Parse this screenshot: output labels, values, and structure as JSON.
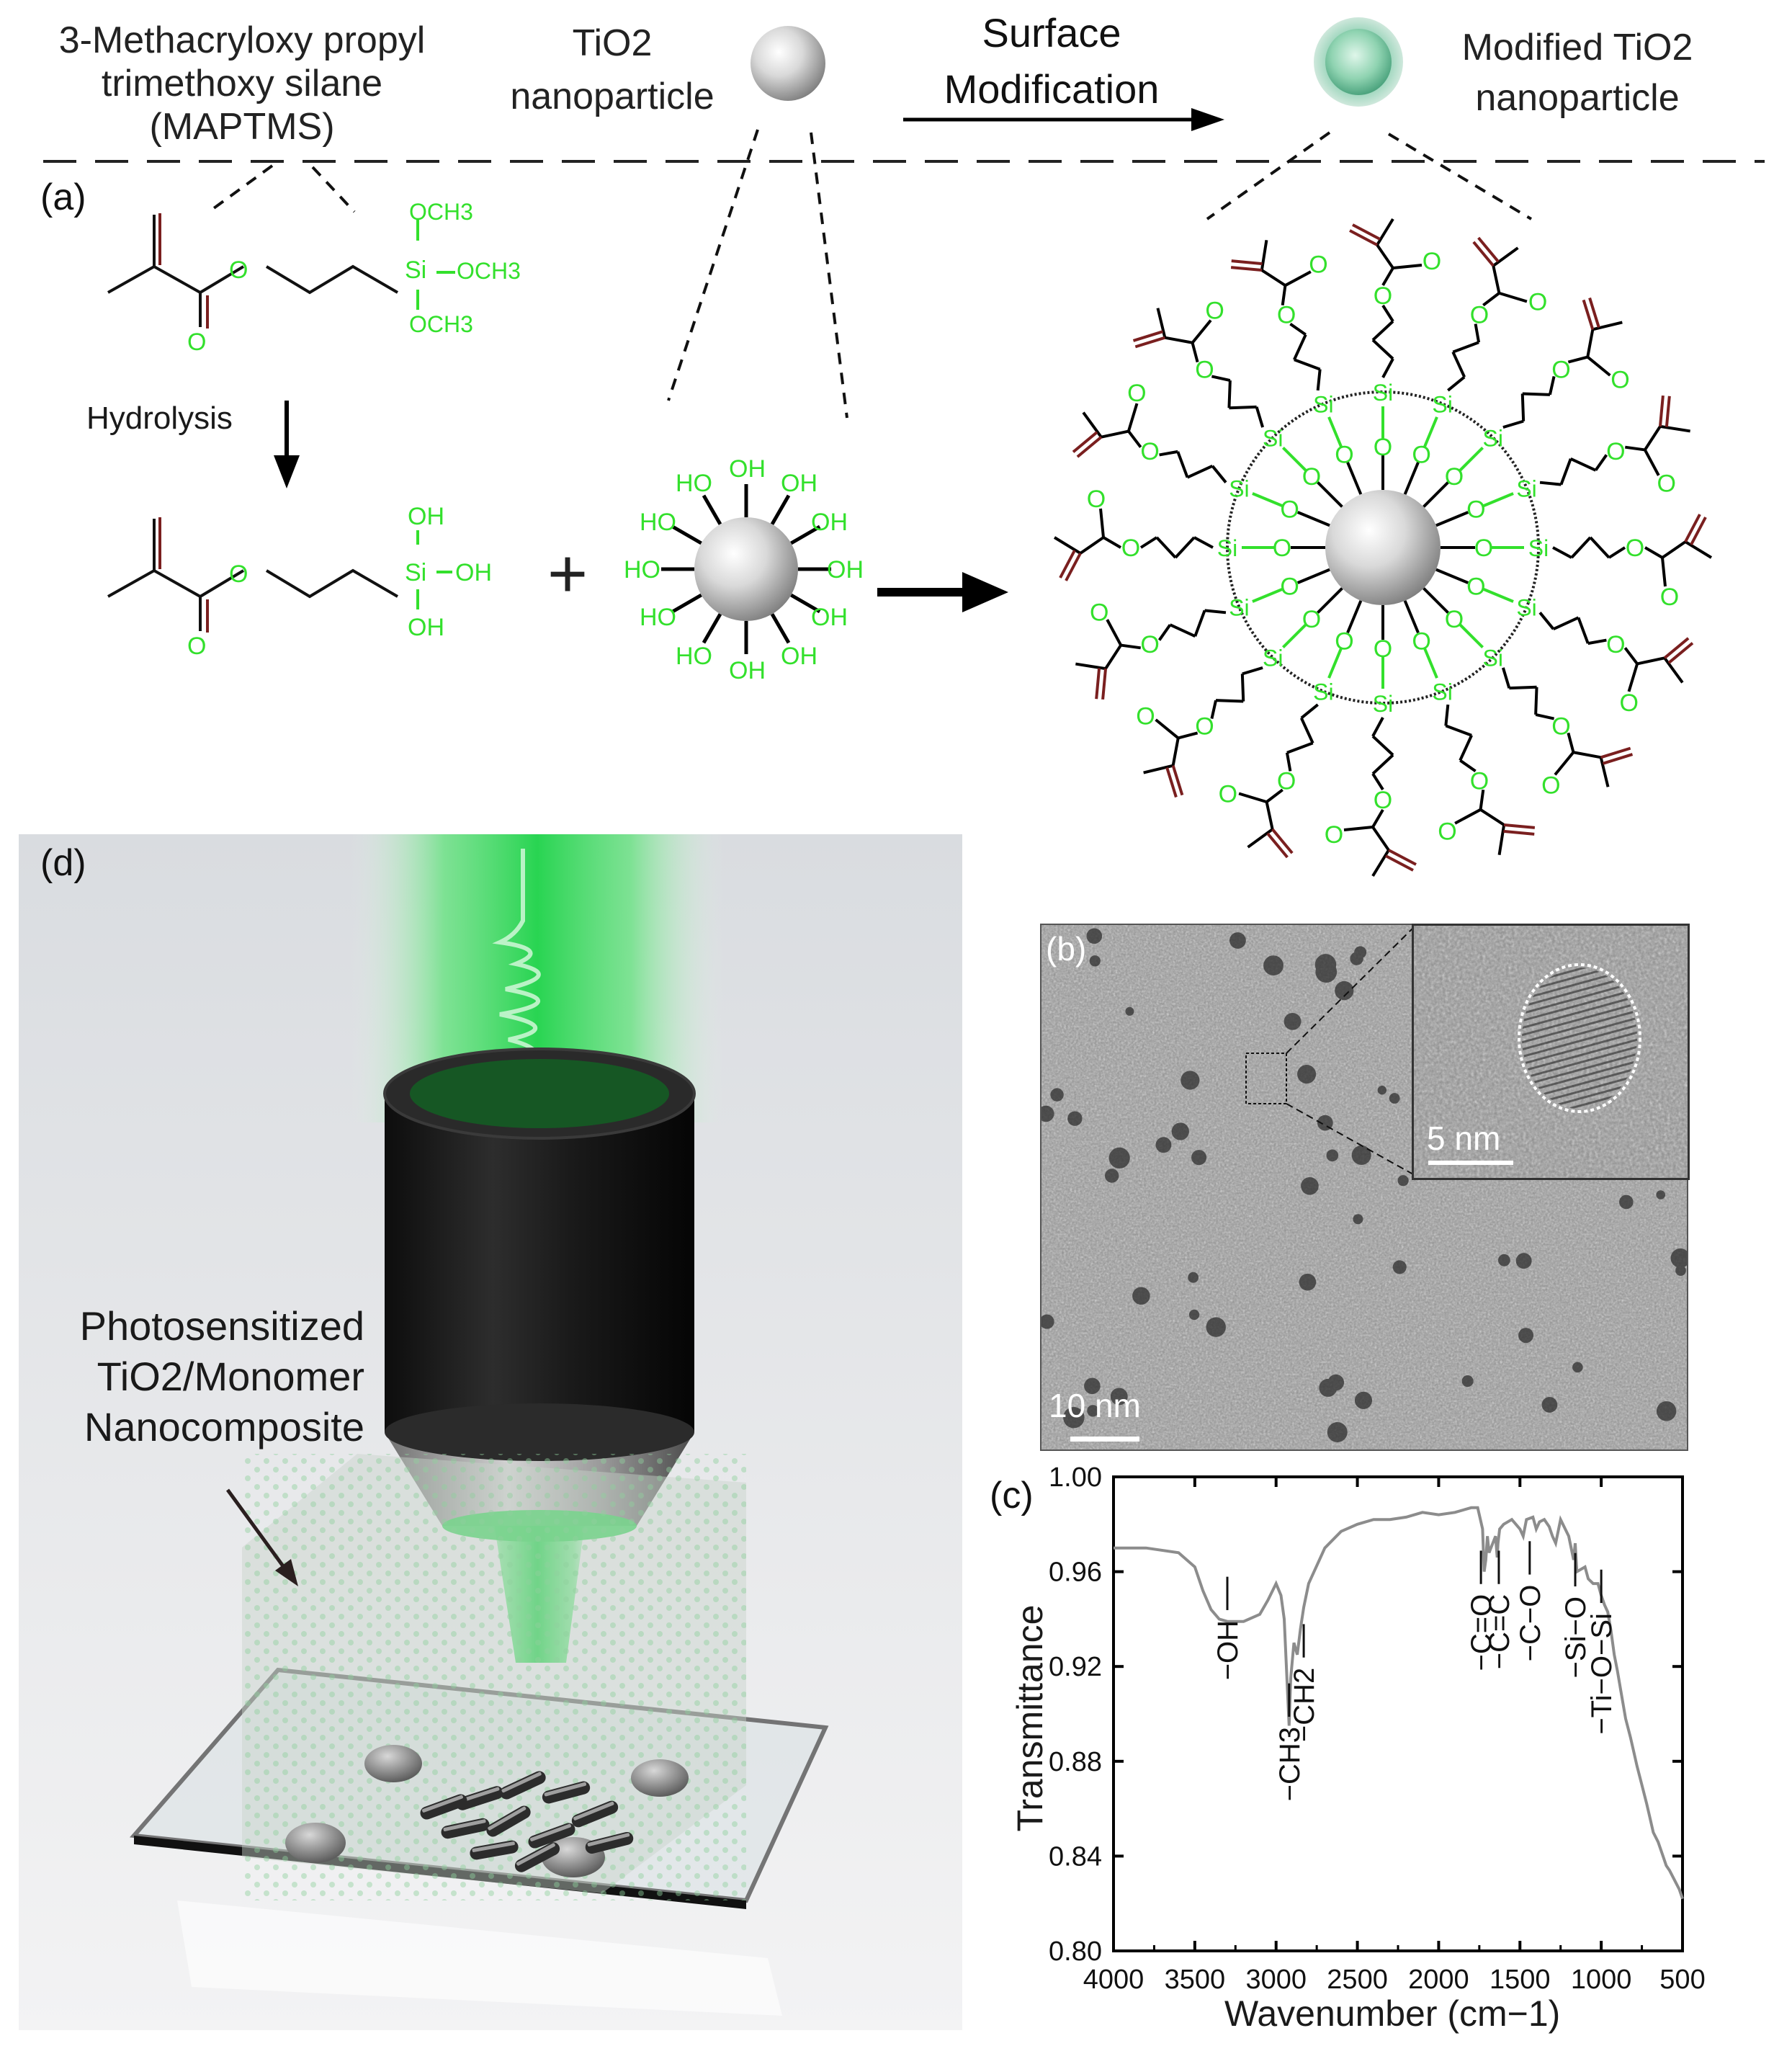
{
  "header": {
    "silane_name": [
      "3-Methacryloxy propyl",
      "trimethoxy silane",
      "(MAPTMS)"
    ],
    "tio2_label": [
      "TiO2",
      "nanoparticle"
    ],
    "surface_modification": [
      "Surface",
      "Modification"
    ],
    "modified_label": [
      "Modified TiO2",
      "nanoparticle"
    ]
  },
  "panel_a": {
    "letter": "(a)",
    "hydrolysis": "Hydrolysis",
    "plus": "+",
    "groups": {
      "och3": "OCH3",
      "oh": "OH",
      "ho": "HO",
      "si": "Si",
      "o": "O"
    }
  },
  "panel_b": {
    "letter": "(b)",
    "inset_scale": "5 nm",
    "main_scale": "10 nm"
  },
  "panel_c": {
    "letter": "(c)",
    "annotations": [
      "−OH",
      "−CH3",
      "−CH2",
      "−C=O",
      "−C=C",
      "−C−O",
      "−Si−O",
      "−Ti−O−Si"
    ]
  },
  "panel_d": {
    "letter": "(d)",
    "caption": [
      "Photosensitized",
      "TiO2/Monomer",
      "Nanocomposite"
    ]
  },
  "colors": {
    "group_green": "#33e02c",
    "double_bond": "#7a1f1f",
    "laser_green": "#22d644",
    "curve_gray": "#8c8c8c"
  },
  "chart_data": {
    "type": "line",
    "title": "",
    "xlabel": "Wavenumber (cm−1)",
    "ylabel": "Transmittance",
    "xlim": [
      4000,
      500
    ],
    "ylim": [
      0.8,
      1.0
    ],
    "x_reversed": true,
    "xticks": [
      4000,
      3500,
      3000,
      2500,
      2000,
      1500,
      1000,
      500
    ],
    "yticks": [
      "0.80",
      "0.84",
      "0.88",
      "0.92",
      "0.96",
      "1.00"
    ],
    "grid": false,
    "series": [
      {
        "x": [
          4000,
          3800,
          3600,
          3500,
          3450,
          3400,
          3350,
          3300,
          3200,
          3100,
          3050,
          3000,
          2970,
          2950,
          2930,
          2920,
          2910,
          2890,
          2870,
          2850,
          2830,
          2800,
          2700,
          2600,
          2500,
          2400,
          2300,
          2200,
          2100,
          2000,
          1900,
          1800,
          1760,
          1730,
          1720,
          1710,
          1700,
          1690,
          1650,
          1640,
          1635,
          1625,
          1600,
          1550,
          1500,
          1480,
          1460,
          1420,
          1400,
          1380,
          1350,
          1320,
          1300,
          1280,
          1250,
          1200,
          1170,
          1160,
          1150,
          1100,
          1080,
          1050,
          1020,
          1000,
          980,
          960,
          940,
          920,
          900,
          880,
          850,
          820,
          800,
          780,
          750,
          720,
          700,
          680,
          650,
          620,
          600,
          580,
          550,
          520,
          500
        ],
        "y": [
          0.97,
          0.97,
          0.968,
          0.962,
          0.952,
          0.944,
          0.94,
          0.939,
          0.939,
          0.942,
          0.948,
          0.955,
          0.95,
          0.94,
          0.91,
          0.895,
          0.915,
          0.93,
          0.925,
          0.936,
          0.945,
          0.955,
          0.97,
          0.977,
          0.98,
          0.982,
          0.982,
          0.983,
          0.985,
          0.984,
          0.985,
          0.987,
          0.987,
          0.978,
          0.96,
          0.965,
          0.975,
          0.968,
          0.975,
          0.966,
          0.972,
          0.978,
          0.98,
          0.982,
          0.978,
          0.975,
          0.982,
          0.983,
          0.978,
          0.981,
          0.982,
          0.979,
          0.975,
          0.972,
          0.982,
          0.975,
          0.965,
          0.972,
          0.96,
          0.962,
          0.957,
          0.955,
          0.955,
          0.95,
          0.946,
          0.943,
          0.935,
          0.925,
          0.918,
          0.91,
          0.898,
          0.89,
          0.884,
          0.878,
          0.87,
          0.862,
          0.856,
          0.85,
          0.846,
          0.84,
          0.836,
          0.834,
          0.83,
          0.826,
          0.822
        ]
      }
    ]
  }
}
